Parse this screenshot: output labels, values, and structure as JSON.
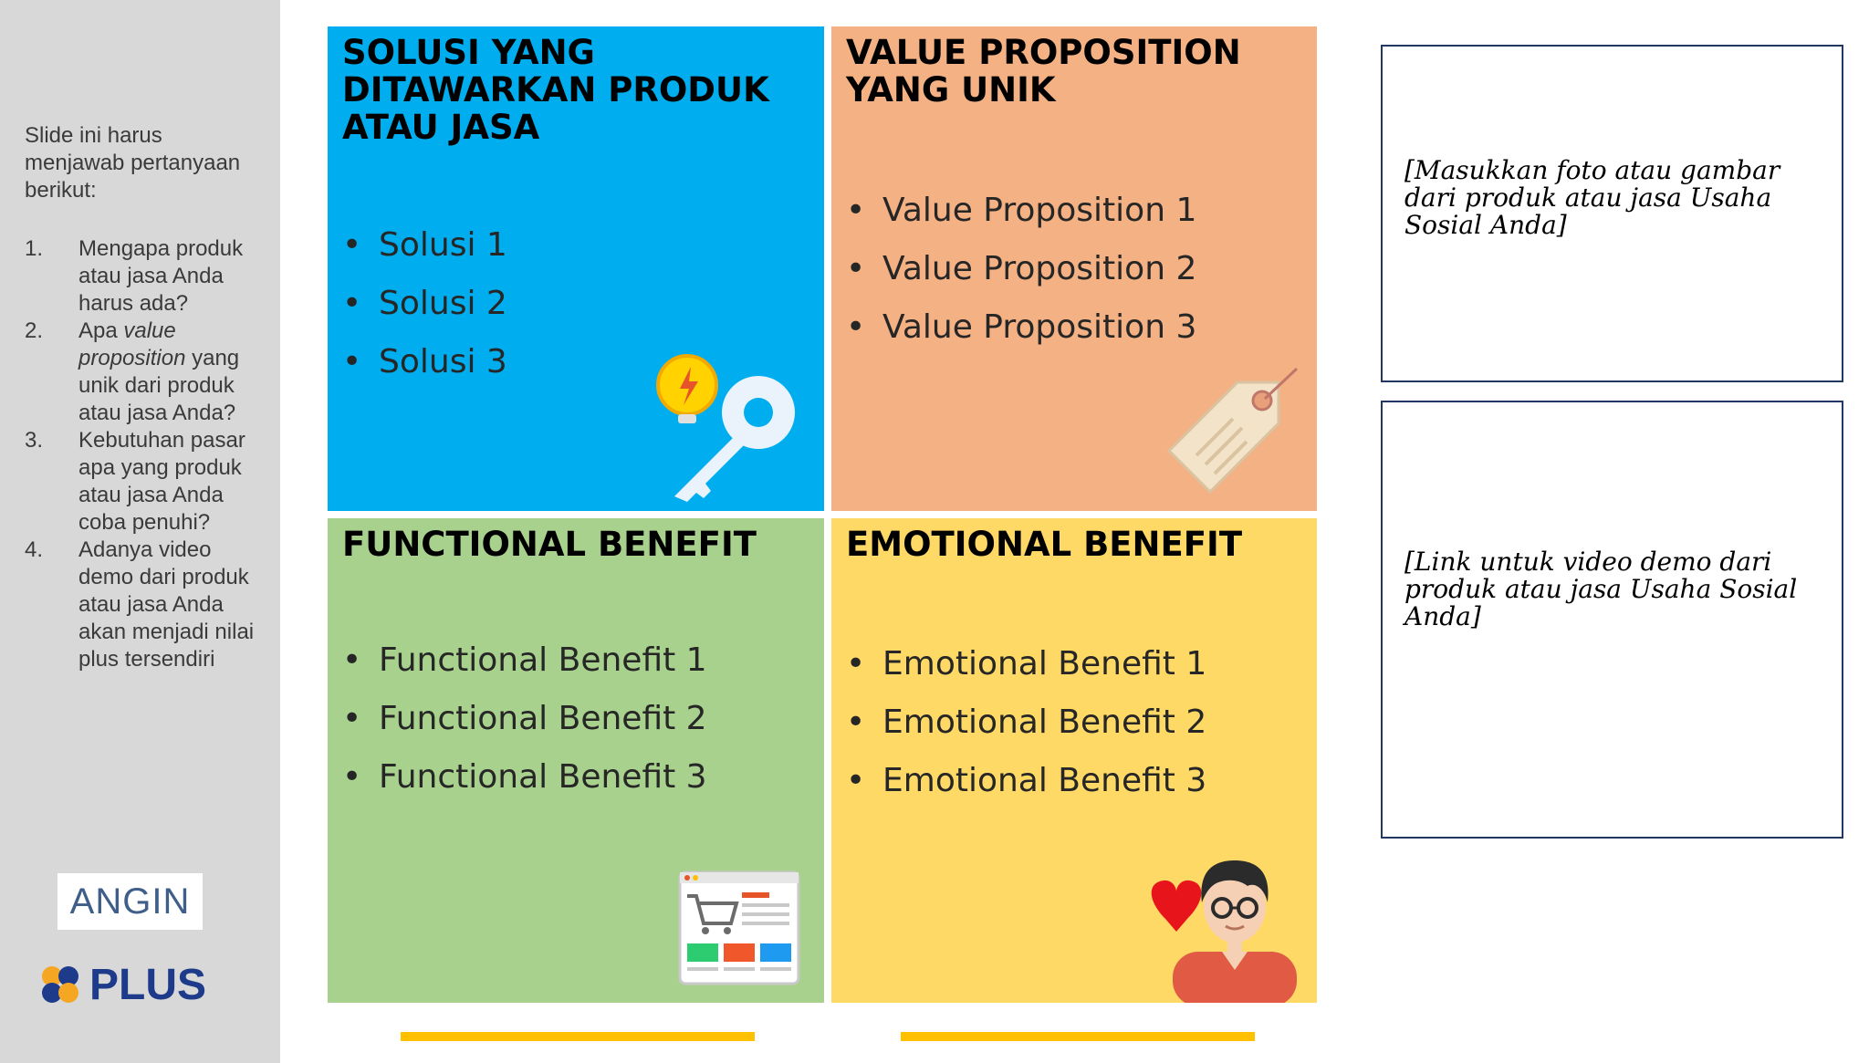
{
  "sidebar": {
    "intro": "Slide ini harus menjawab pertanyaan berikut:",
    "questions": [
      {
        "num": "1.",
        "text": "Mengapa produk atau jasa Anda harus ada?"
      },
      {
        "num": "2.",
        "pre": "Apa ",
        "em": "value proposition",
        "post": " yang unik dari produk atau jasa Anda?"
      },
      {
        "num": "3.",
        "text": "Kebutuhan pasar apa yang produk atau jasa Anda coba penuhi?"
      },
      {
        "num": "4.",
        "text": "Adanya video demo dari produk atau jasa Anda akan menjadi nilai plus tersendiri"
      }
    ],
    "logo_angin": "ANGIN",
    "logo_plus": "PLUS"
  },
  "quadrants": {
    "solusi": {
      "title": "SOLUSI YANG DITAWARKAN PRODUK ATAU JASA",
      "items": [
        "Solusi 1",
        "Solusi 2",
        "Solusi 3"
      ],
      "color": "#00aeef"
    },
    "value": {
      "title": "VALUE PROPOSITION YANG UNIK",
      "items": [
        "Value Proposition 1",
        "Value Proposition 2",
        "Value Proposition 3"
      ],
      "color": "#f4b183"
    },
    "functional": {
      "title": "FUNCTIONAL BENEFIT",
      "items": [
        "Functional Benefit 1",
        "Functional Benefit 2",
        "Functional Benefit 3"
      ],
      "color": "#a9d18e"
    },
    "emotional": {
      "title": "EMOTIONAL BENEFIT",
      "items": [
        "Emotional Benefit 1",
        "Emotional Benefit 2",
        "Emotional Benefit 3"
      ],
      "color": "#ffd966"
    }
  },
  "placeholders": {
    "photo": "[Masukkan foto atau gambar dari produk atau jasa Usaha Sosial Anda]",
    "video": "[Link untuk video demo dari produk atau jasa Usaha Sosial Anda]"
  },
  "icons": {
    "solusi": "bulb-key-icon",
    "value": "price-tag-icon",
    "functional": "shopping-cart-screen-icon",
    "emotional": "person-heart-icon"
  },
  "accent": "#ffc000"
}
